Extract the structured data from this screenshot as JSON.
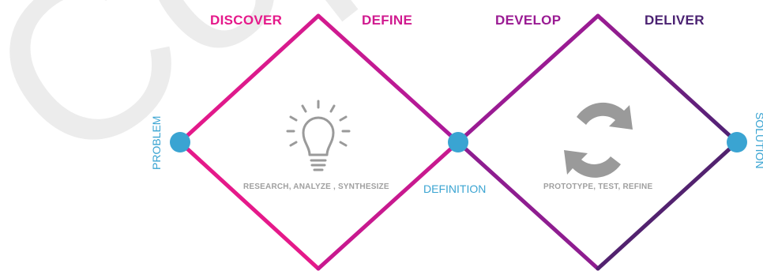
{
  "phases": {
    "discover": "DISCOVER",
    "define": "DEFINE",
    "develop": "DEVELOP",
    "deliver": "DELIVER"
  },
  "labels": {
    "problem": "PROBLEM",
    "definition": "DEFINITION",
    "solution": "SOLUTION"
  },
  "captions": {
    "left": "RESEARCH, ANALYZE , SYNTHESIZE",
    "right": "PROTOTYPE, TEST, REFINE"
  },
  "icons": {
    "left": "lightbulb-icon",
    "right": "refresh-cycle-icon"
  },
  "colors": {
    "pink": "#e5198a",
    "magenta": "#b5179a",
    "purple": "#8a1e8e",
    "deep_purple": "#4b2272",
    "blue_node": "#3aa4d2",
    "icon_gray": "#9a9a9a"
  },
  "watermark": "Copyright"
}
